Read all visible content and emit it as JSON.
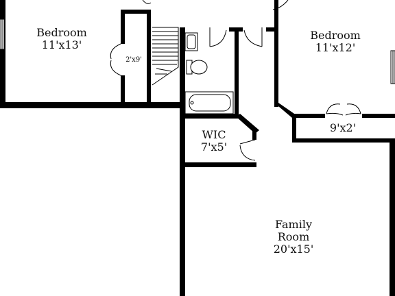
{
  "rooms": {
    "bedroom_left": {
      "name": "Bedroom",
      "size": "11'x13'"
    },
    "bedroom_right": {
      "name": "Bedroom",
      "size": "11'x12'"
    },
    "closet_small": {
      "size": "2'x9'"
    },
    "wic": {
      "name": "WIC",
      "size": "7'x5'"
    },
    "closet_right": {
      "size": "9'x2'"
    },
    "family_room": {
      "name_line1": "Family",
      "name_line2": "Room",
      "size": "20'x15'"
    }
  },
  "colors": {
    "wall": "#000000",
    "background": "#ffffff",
    "text": "#111111"
  }
}
